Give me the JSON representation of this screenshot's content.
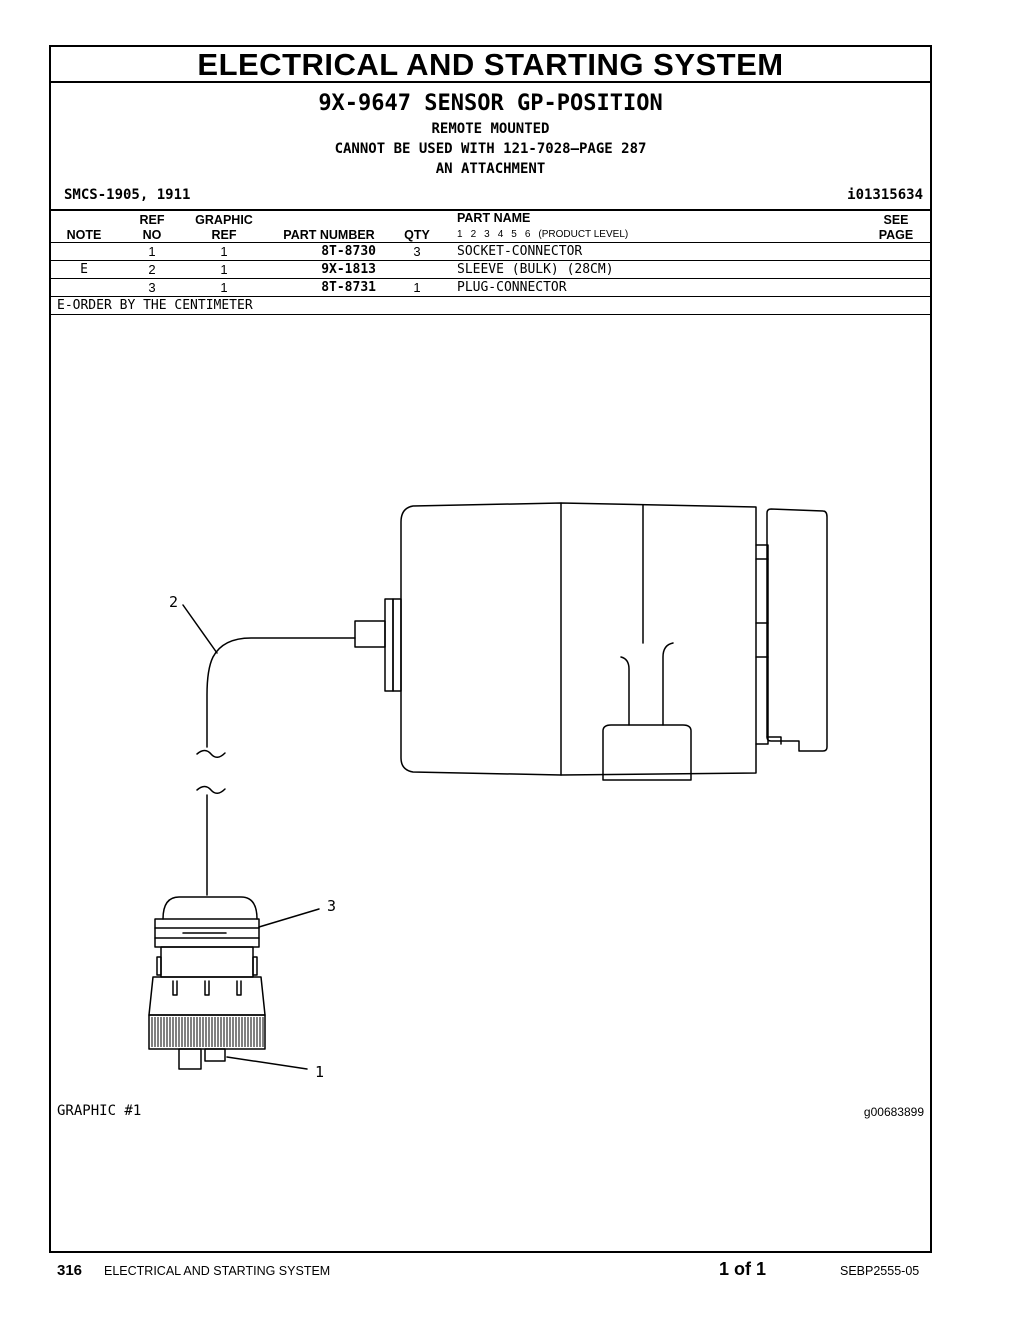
{
  "section_title": "ELECTRICAL AND STARTING SYSTEM",
  "part": {
    "title": "9X-9647 SENSOR GP-POSITION",
    "notes": [
      "REMOTE MOUNTED",
      "CANNOT BE USED WITH 121-7028—PAGE 287",
      "AN ATTACHMENT"
    ]
  },
  "smcs": "SMCS-1905, 1911",
  "illustration_id": "i01315634",
  "table": {
    "headers": {
      "note": "NOTE",
      "ref_no_1": "REF",
      "ref_no_2": "NO",
      "graphic_ref_1": "GRAPHIC",
      "graphic_ref_2": "REF",
      "part_number": "PART NUMBER",
      "qty": "QTY",
      "part_name": "PART NAME",
      "product_levels": [
        "1",
        "2",
        "3",
        "4",
        "5",
        "6"
      ],
      "product_level_label": "(PRODUCT LEVEL)",
      "see_page_1": "SEE",
      "see_page_2": "PAGE"
    },
    "rows": [
      {
        "note": "",
        "ref_no": "1",
        "graphic_ref": "1",
        "part_number": "8T-8730",
        "qty": "3",
        "part_name": "SOCKET-CONNECTOR",
        "see_page": ""
      },
      {
        "note": "E",
        "ref_no": "2",
        "graphic_ref": "1",
        "part_number": "9X-1813",
        "qty": "",
        "part_name": "SLEEVE (BULK) (28CM)",
        "see_page": ""
      },
      {
        "note": "",
        "ref_no": "3",
        "graphic_ref": "1",
        "part_number": "8T-8731",
        "qty": "1",
        "part_name": "PLUG-CONNECTOR",
        "see_page": ""
      }
    ],
    "footnote": "E-ORDER BY THE CENTIMETER"
  },
  "graphic": {
    "label": "GRAPHIC #1",
    "id": "g00683899",
    "callouts": [
      "1",
      "2",
      "3"
    ]
  },
  "footer": {
    "page_number": "316",
    "section": "ELECTRICAL AND STARTING SYSTEM",
    "page_of": "1 of 1",
    "doc_number": "SEBP2555-05"
  }
}
